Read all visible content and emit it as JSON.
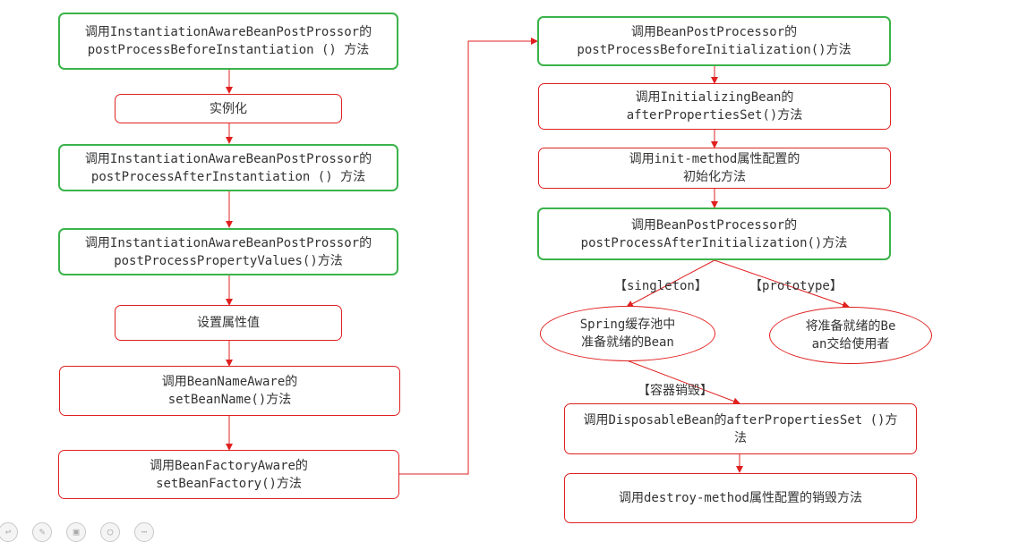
{
  "colors": {
    "flow_line": "#e02020",
    "green_border": "#3bb34a",
    "red_border": "#e02020",
    "text": "#333333"
  },
  "left_column": {
    "b1": {
      "line1": "调用InstantiationAwareBeanPostProssor的",
      "line2": "postProcessBeforeInstantiation () 方法"
    },
    "b2": {
      "line1": "实例化"
    },
    "b3": {
      "line1": "调用InstantiationAwareBeanPostProssor的",
      "line2": "postProcessAfterInstantiation () 方法"
    },
    "b4": {
      "line1": "调用InstantiationAwareBeanPostProssor的",
      "line2": "postProcessPropertyValues()方法"
    },
    "b5": {
      "line1": "设置属性值"
    },
    "b6": {
      "line1": "调用BeanNameAware的",
      "line2": "setBeanName()方法"
    },
    "b7": {
      "line1": "调用BeanFactoryAware的",
      "line2": "setBeanFactory()方法"
    }
  },
  "right_column": {
    "r1": {
      "line1": "调用BeanPostProcessor的",
      "line2": "postProcessBeforeInitialization()方法"
    },
    "r2": {
      "line1": "调用InitializingBean的",
      "line2": "afterPropertiesSet()方法"
    },
    "r3": {
      "line1": "调用init-method属性配置的",
      "line2": "初始化方法"
    },
    "r4": {
      "line1": "调用BeanPostProcessor的",
      "line2": "postProcessAfterInitialization()方法"
    }
  },
  "branches": {
    "singleton_label": "【singleton】",
    "prototype_label": "【prototype】",
    "singleton_node": {
      "line1": "Spring缓存池中",
      "line2": "准备就绪的Bean"
    },
    "prototype_node": {
      "line1": "将准备就绪的Be",
      "line2": "an交给使用者"
    },
    "destroy_label": "【容器销毁】"
  },
  "destroy": {
    "d1": {
      "line1": "调用DisposableBean的afterPropertiesSet ()方",
      "line2": "法"
    },
    "d2": {
      "line1": "调用destroy-method属性配置的销毁方法"
    }
  },
  "toolbar_icons": [
    "reply-icon",
    "pencil-icon",
    "camera-icon",
    "search-icon",
    "more-icon"
  ]
}
